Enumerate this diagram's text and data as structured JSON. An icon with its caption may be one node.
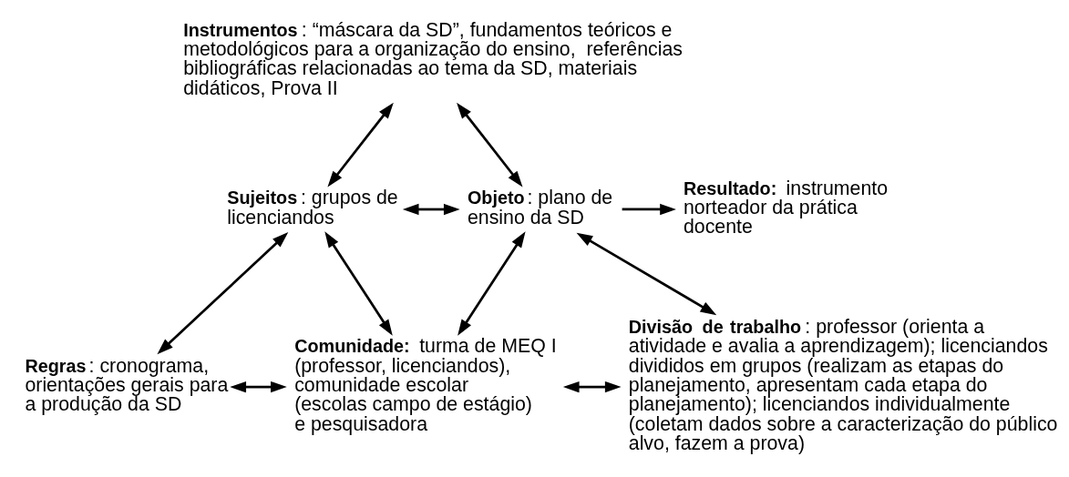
{
  "diagram": {
    "nodes": [
      {
        "text": [
          "**Instrumentos**: “máscara da SD”, fundamentos teóricos e metodológicos para a organização do ensino,  referências bibliográficas relacionadas ao tema da SD, materiais didáticos, Prova II"
        ]
      },
      {
        "text": [
          "**Sujeitos**: grupos de licenciandos"
        ]
      },
      {
        "text": [
          "**Objeto**: plano de ensino da SD"
        ]
      },
      {
        "text": [
          "**Resultado:** instrumento norteador da prática docente"
        ]
      },
      {
        "text": [
          "**Regras**: cronograma, orientações gerais para a produção da SD"
        ]
      },
      {
        "text": [
          "**Comunidade:** turma de MEQ I (professor, licenciandos), comunidade escolar (escolas campo de estágio) e pesquisadora"
        ]
      },
      {
        "text": [
          "**Divisão de trabalho**: professor (orienta a atividade e avalia a aprendizagem); licenciandos divididos em grupos (realizam as etapas do planejamento, apresentam cada etapa do planejamento); licenciandos individualmente (coletam dados sobre a caracterização do público alvo, fazem a prova)"
        ]
      }
    ],
    "edges": [
      {
        "from": 0,
        "to": 1,
        "arrow": "both"
      },
      {
        "from": 0,
        "to": 2,
        "arrow": "both"
      },
      {
        "from": 1,
        "to": 2,
        "arrow": "both"
      },
      {
        "from": 2,
        "to": 3,
        "arrow": "to"
      },
      {
        "from": 1,
        "to": 4,
        "arrow": "both"
      },
      {
        "from": 1,
        "to": 5,
        "arrow": "both"
      },
      {
        "from": 2,
        "to": 5,
        "arrow": "both"
      },
      {
        "from": 2,
        "to": 6,
        "arrow": "both"
      },
      {
        "from": 4,
        "to": 5,
        "arrow": "both"
      },
      {
        "from": 5,
        "to": 6,
        "arrow": "both"
      }
    ]
  }
}
